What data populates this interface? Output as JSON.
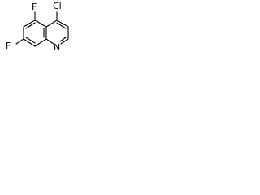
{
  "molecule": {
    "atoms": {
      "cl": "Cl",
      "f_top": "F",
      "f_left": "F",
      "n": "N"
    },
    "colors": {
      "bond": "#000000",
      "label": "#000000",
      "background": "#ffffff"
    }
  }
}
